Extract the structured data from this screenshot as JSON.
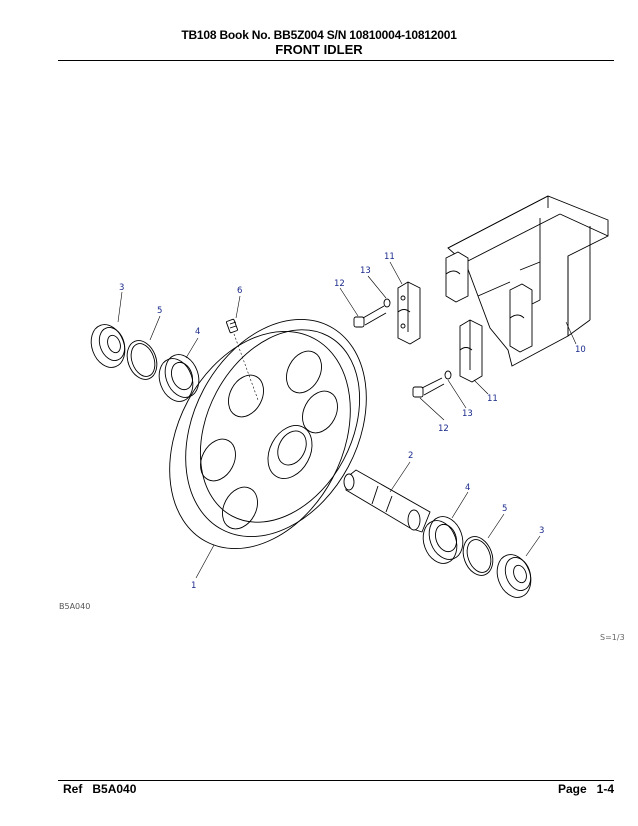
{
  "header": {
    "line1": "TB108  Book No. BB5Z004  S/N  10810004-10812001",
    "title": "FRONT IDLER"
  },
  "figure": {
    "code": "B5A040",
    "scale": "S=1/3",
    "callouts": [
      "1",
      "2",
      "3",
      "3",
      "4",
      "4",
      "5",
      "5",
      "6",
      "10",
      "11",
      "11",
      "12",
      "12",
      "13",
      "13"
    ]
  },
  "footer": {
    "ref_label": "Ref",
    "ref_value": "B5A040",
    "page_label": "Page",
    "page_value": "1-4"
  }
}
